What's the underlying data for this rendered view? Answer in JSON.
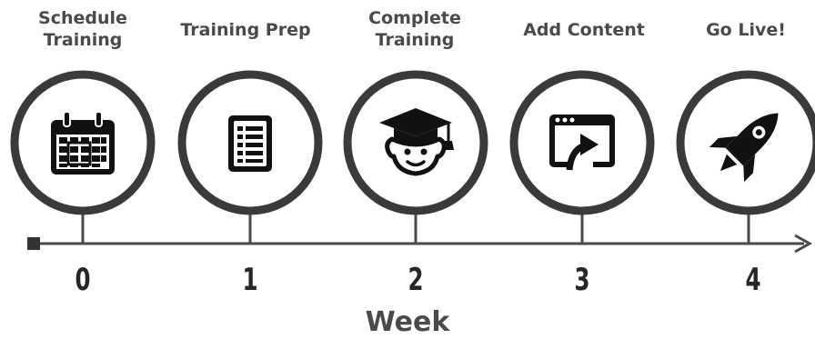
{
  "steps": [
    {
      "week": "0",
      "label": "Schedule\nTraining",
      "icon": "calendar-icon"
    },
    {
      "week": "1",
      "label": "Training Prep",
      "icon": "document-list-icon"
    },
    {
      "week": "2",
      "label": "Complete\nTraining",
      "icon": "graduate-icon"
    },
    {
      "week": "3",
      "label": "Add Content",
      "icon": "upload-window-icon"
    },
    {
      "week": "4",
      "label": "Go Live!",
      "icon": "rocket-icon"
    }
  ],
  "axis_title": "Week",
  "colors": {
    "ring": "#3a3a3a",
    "line": "#4a4a4a",
    "icon": "#111111",
    "label": "#4a4a4a"
  }
}
